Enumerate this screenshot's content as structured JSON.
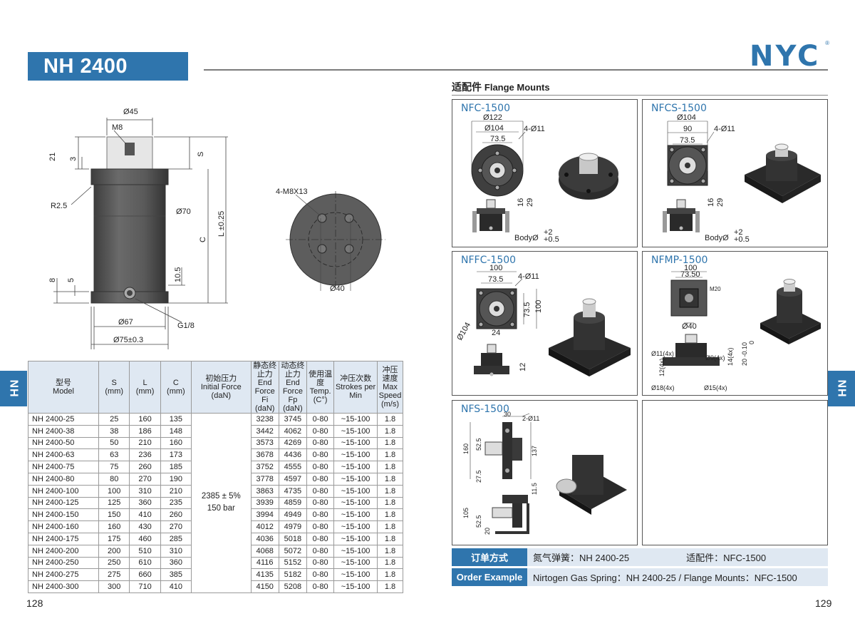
{
  "header": {
    "title": "NH 2400",
    "logo_text": "NYC",
    "logo_reg": "®"
  },
  "side_tab": {
    "left": "NH",
    "right": "NH"
  },
  "pages": {
    "left": "128",
    "right": "129"
  },
  "main_drawing": {
    "d45": "Ø45",
    "m8": "M8",
    "dim21": "21",
    "dim3": "3",
    "s": "S",
    "c": "C",
    "l": "L ±0.25",
    "r25": "R2.5",
    "d70": "Ø70",
    "dim105": "10.5",
    "dim8": "8",
    "dim5": "5",
    "d67": "Ø67",
    "g18": "G1/8",
    "d75": "Ø75±0.3"
  },
  "top_view": {
    "holes": "4-M8X13",
    "d40": "Ø40"
  },
  "table": {
    "headers": [
      {
        "cn": "型号",
        "en": "Model"
      },
      {
        "cn": "S",
        "en": "(mm)"
      },
      {
        "cn": "L",
        "en": "(mm)"
      },
      {
        "cn": "C",
        "en": "(mm)"
      },
      {
        "cn": "初始压力",
        "en": "Initial Force",
        "unit": "(daN)"
      },
      {
        "cn": "静态终止力",
        "en": "End Force Fi",
        "unit": "(daN)"
      },
      {
        "cn": "动态终止力",
        "en": "End Force Fp",
        "unit": "(daN)"
      },
      {
        "cn": "使用温度",
        "en": "Temp.",
        "unit": "(C°)"
      },
      {
        "cn": "冲压次数",
        "en": "Strokes per Min"
      },
      {
        "cn": "冲压速度",
        "en": "Max Speed",
        "unit": "(m/s)"
      }
    ],
    "initial_force": {
      "line1": "2385 ± 5%",
      "line2": "150 bar"
    },
    "rows": [
      {
        "model": "NH 2400-25",
        "s": "25",
        "l": "160",
        "c": "135",
        "fi": "3238",
        "fp": "3745",
        "temp": "0-80",
        "spm": "~15-100",
        "speed": "1.8"
      },
      {
        "model": "NH 2400-38",
        "s": "38",
        "l": "186",
        "c": "148",
        "fi": "3442",
        "fp": "4062",
        "temp": "0-80",
        "spm": "~15-100",
        "speed": "1.8"
      },
      {
        "model": "NH 2400-50",
        "s": "50",
        "l": "210",
        "c": "160",
        "fi": "3573",
        "fp": "4269",
        "temp": "0-80",
        "spm": "~15-100",
        "speed": "1.8"
      },
      {
        "model": "NH 2400-63",
        "s": "63",
        "l": "236",
        "c": "173",
        "fi": "3678",
        "fp": "4436",
        "temp": "0-80",
        "spm": "~15-100",
        "speed": "1.8"
      },
      {
        "model": "NH 2400-75",
        "s": "75",
        "l": "260",
        "c": "185",
        "fi": "3752",
        "fp": "4555",
        "temp": "0-80",
        "spm": "~15-100",
        "speed": "1.8"
      },
      {
        "model": "NH 2400-80",
        "s": "80",
        "l": "270",
        "c": "190",
        "fi": "3778",
        "fp": "4597",
        "temp": "0-80",
        "spm": "~15-100",
        "speed": "1.8"
      },
      {
        "model": "NH 2400-100",
        "s": "100",
        "l": "310",
        "c": "210",
        "fi": "3863",
        "fp": "4735",
        "temp": "0-80",
        "spm": "~15-100",
        "speed": "1.8"
      },
      {
        "model": "NH 2400-125",
        "s": "125",
        "l": "360",
        "c": "235",
        "fi": "3939",
        "fp": "4859",
        "temp": "0-80",
        "spm": "~15-100",
        "speed": "1.8"
      },
      {
        "model": "NH 2400-150",
        "s": "150",
        "l": "410",
        "c": "260",
        "fi": "3994",
        "fp": "4949",
        "temp": "0-80",
        "spm": "~15-100",
        "speed": "1.8"
      },
      {
        "model": "NH 2400-160",
        "s": "160",
        "l": "430",
        "c": "270",
        "fi": "4012",
        "fp": "4979",
        "temp": "0-80",
        "spm": "~15-100",
        "speed": "1.8"
      },
      {
        "model": "NH 2400-175",
        "s": "175",
        "l": "460",
        "c": "285",
        "fi": "4036",
        "fp": "5018",
        "temp": "0-80",
        "spm": "~15-100",
        "speed": "1.8"
      },
      {
        "model": "NH 2400-200",
        "s": "200",
        "l": "510",
        "c": "310",
        "fi": "4068",
        "fp": "5072",
        "temp": "0-80",
        "spm": "~15-100",
        "speed": "1.8"
      },
      {
        "model": "NH 2400-250",
        "s": "250",
        "l": "610",
        "c": "360",
        "fi": "4116",
        "fp": "5152",
        "temp": "0-80",
        "spm": "~15-100",
        "speed": "1.8"
      },
      {
        "model": "NH 2400-275",
        "s": "275",
        "l": "660",
        "c": "385",
        "fi": "4135",
        "fp": "5182",
        "temp": "0-80",
        "spm": "~15-100",
        "speed": "1.8"
      },
      {
        "model": "NH 2400-300",
        "s": "300",
        "l": "710",
        "c": "410",
        "fi": "4150",
        "fp": "5208",
        "temp": "0-80",
        "spm": "~15-100",
        "speed": "1.8"
      }
    ]
  },
  "flange_mounts": {
    "heading_cn": "适配件",
    "heading_en": "Flange Mounts",
    "panels": {
      "nfc": {
        "label": "NFC-1500",
        "d122": "Ø122",
        "d104": "Ø104",
        "d735": "73.5",
        "holes": "4-Ø11",
        "d16": "16",
        "d29": "29",
        "body": "BodyØ",
        "tol_plus": "+2",
        "tol_plus2": "+0.5"
      },
      "nfcs": {
        "label": "NFCS-1500",
        "d104": "Ø104",
        "d90": "90",
        "d735": "73.5",
        "holes": "4-Ø11",
        "d16": "16",
        "d29": "29",
        "body": "BodyØ",
        "tol_plus": "+2",
        "tol_plus2": "+0.5"
      },
      "nffc": {
        "label": "NFFC-1500",
        "d100": "100",
        "d735": "73.5",
        "holes": "4-Ø11",
        "d735v": "73.5",
        "d100v": "100",
        "d104": "Ø104",
        "d24": "24",
        "d12": "12"
      },
      "nfmp": {
        "label": "NFMP-1500",
        "d100": "100",
        "d7350": "73.50",
        "m20": "M20",
        "d40": "Ø40",
        "d11": "Ø11(4x)",
        "d9": "Ø9(4x)",
        "d12": "12(4x)",
        "d14": "14(4x)",
        "d18": "Ø18(4x)",
        "d15": "Ø15(4x)",
        "d20": "20 -0.10",
        "d20b": "0"
      },
      "nfs": {
        "label": "NFS-1500",
        "d30": "30",
        "holes": "2-Ø11",
        "d160": "160",
        "d525": "52.5",
        "d275": "27.5",
        "d137": "137",
        "d115": "11.5",
        "d105": "105",
        "d525b": "52.5",
        "d20": "20"
      }
    }
  },
  "order_example": {
    "cn_label": "订单方式",
    "cn_value1": "氮气弹簧：NH 2400-25",
    "cn_value2": "适配件：NFC-1500",
    "en_label": "Order Example",
    "en_value": "Nirtogen Gas Spring：NH 2400-25  /  Flange Mounts：NFC-1500"
  }
}
